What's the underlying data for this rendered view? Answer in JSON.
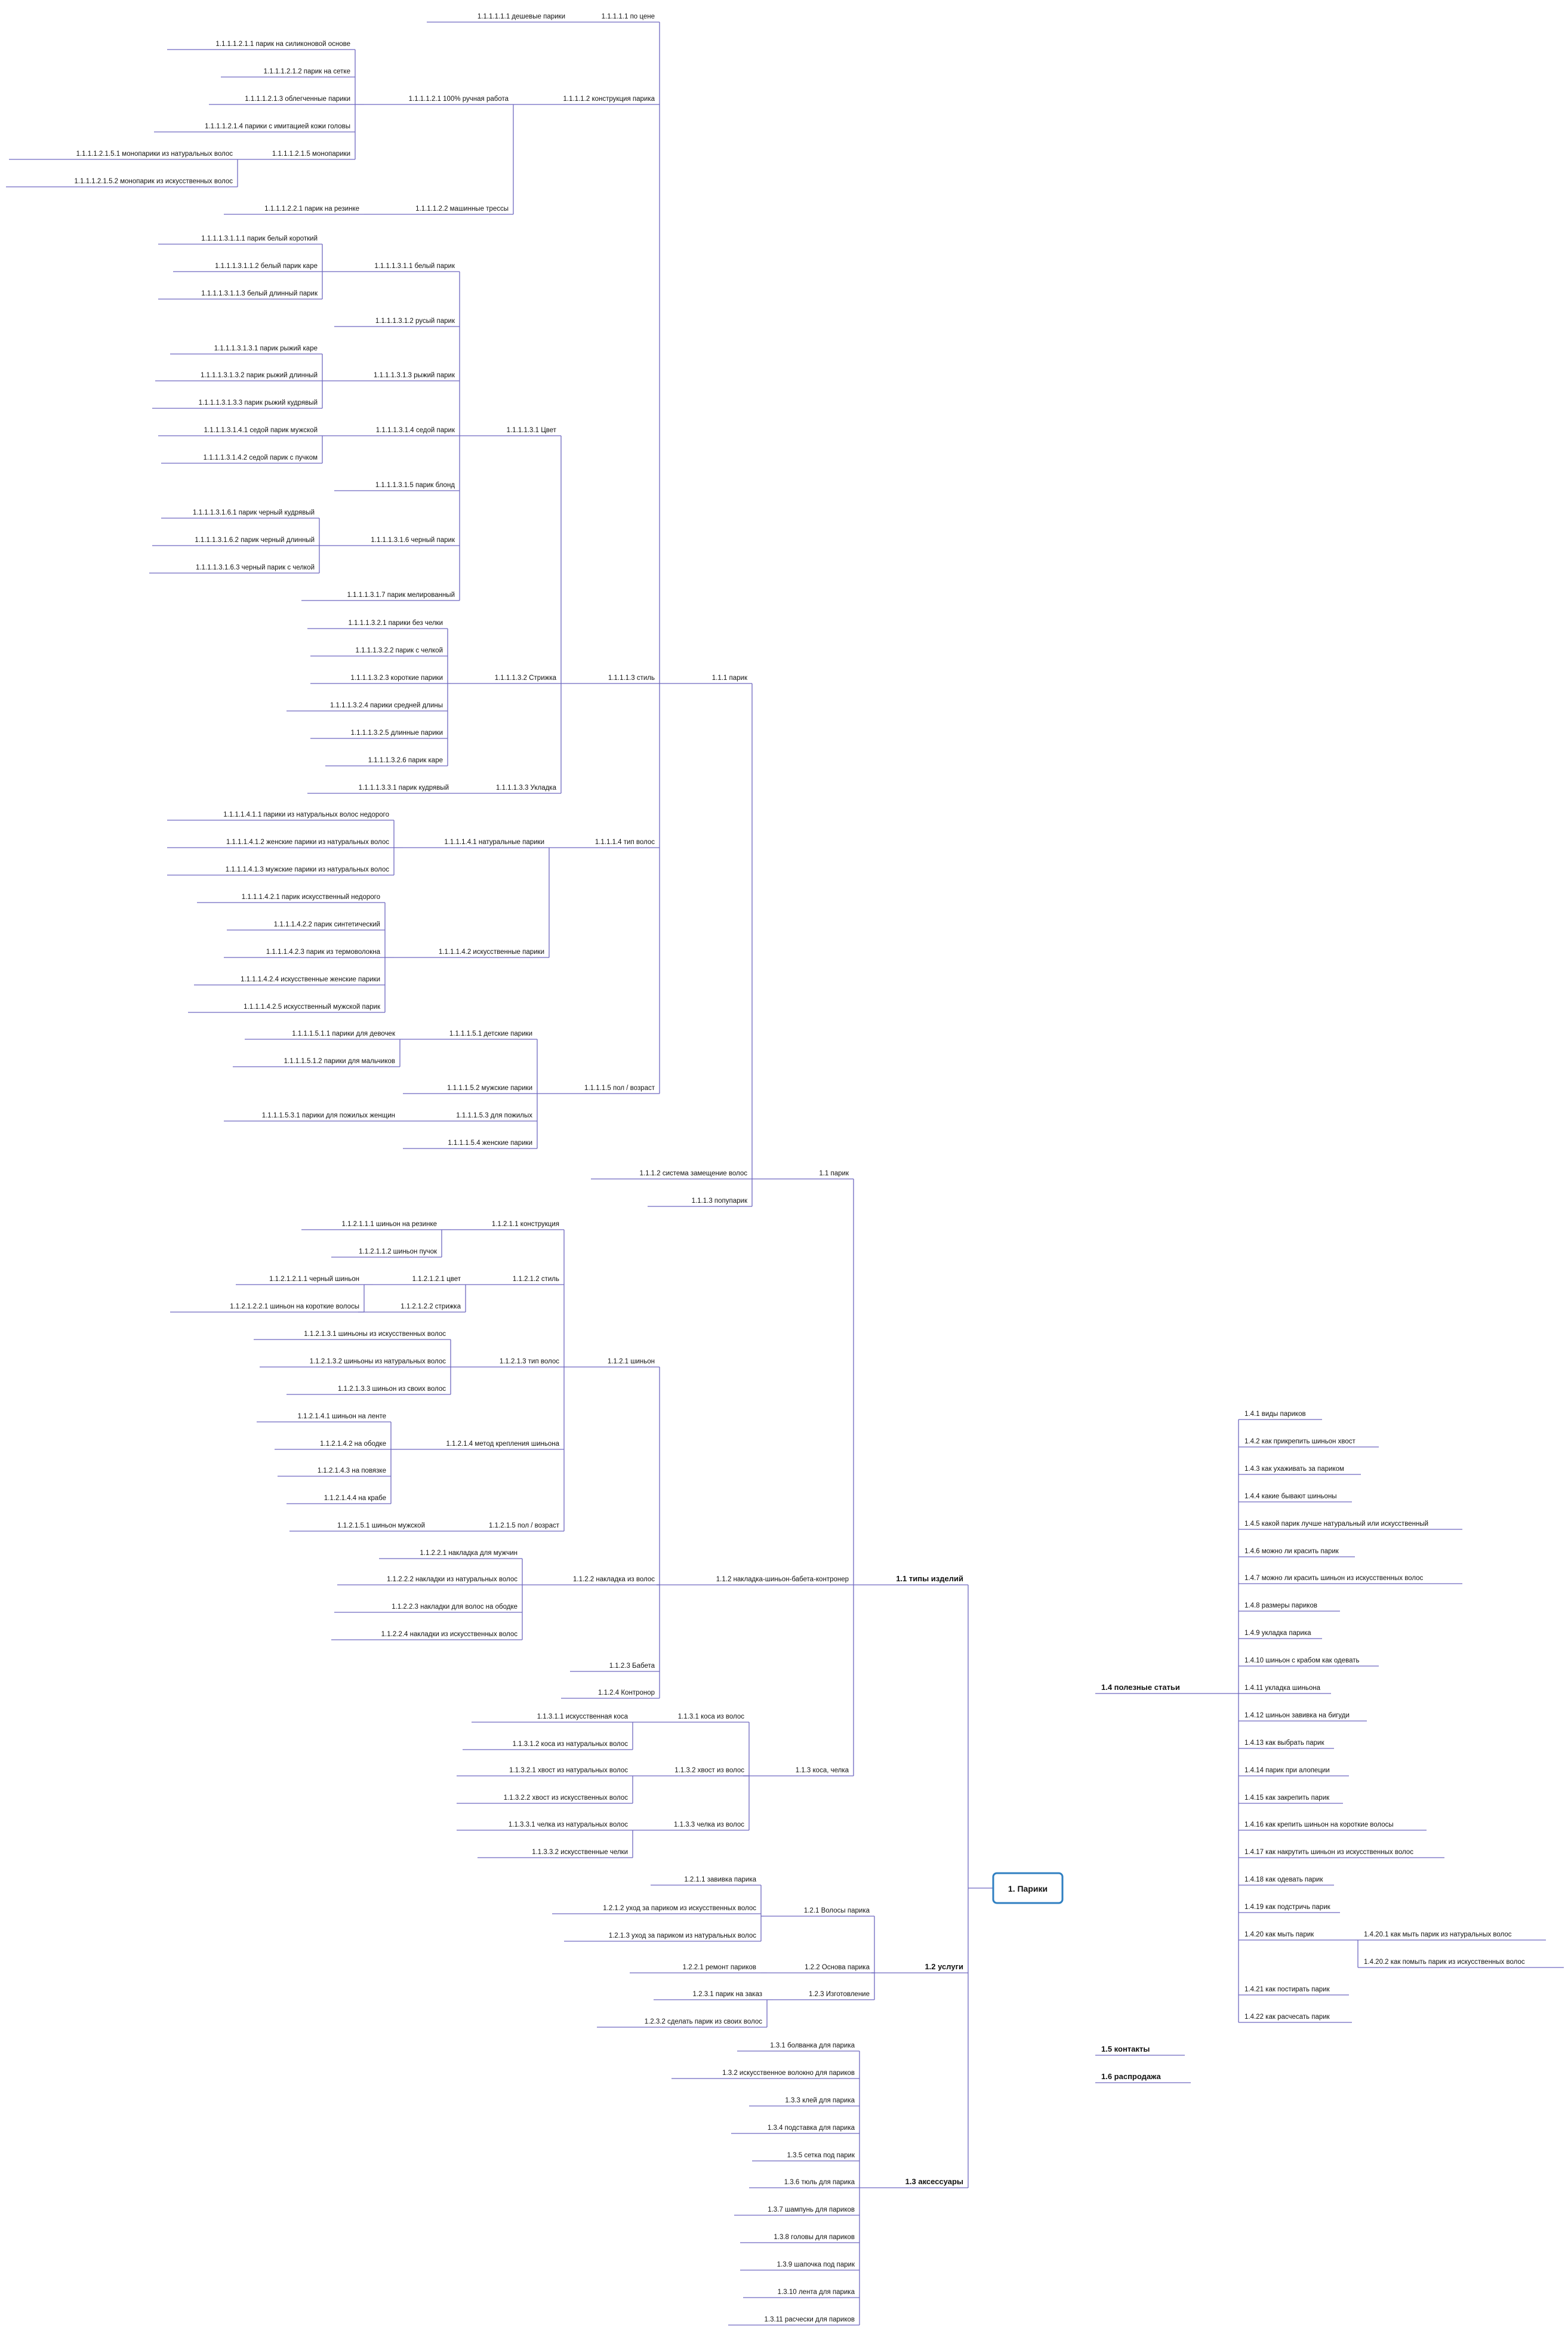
{
  "theme": {
    "line_color": "#6e68c0",
    "root_border": "#2f7fc1",
    "text_color": "#111111"
  },
  "root": {
    "id": "root",
    "label": "1. Парики"
  },
  "nodes": [
    {
      "id": "n1",
      "label": "1.1 типы изделий",
      "bold": true
    },
    {
      "id": "n2",
      "label": "1.2 услуги",
      "bold": true
    },
    {
      "id": "n3",
      "label": "1.3 аксессуары",
      "bold": true
    },
    {
      "id": "n4",
      "label": "1.4 полезные статьи",
      "bold": true
    },
    {
      "id": "n5",
      "label": "1.5 контакты",
      "bold": true
    },
    {
      "id": "n6",
      "label": "1.6 распродажа",
      "bold": true
    },
    {
      "id": "n11",
      "label": "1.1 парик"
    },
    {
      "id": "n12",
      "label": "1.1.2 накладка-шиньон-бабета-контронер"
    },
    {
      "id": "n13",
      "label": "1.1.3 коса, челка"
    },
    {
      "id": "n111",
      "label": "1.1.1 парик"
    },
    {
      "id": "n112",
      "label": "1.1.1.2 система замещение волос"
    },
    {
      "id": "n113",
      "label": "1.1.1.3 попупарик"
    },
    {
      "id": "p1",
      "label": "1.1.1.1.1 по цене"
    },
    {
      "id": "p2",
      "label": "1.1.1.1.2 конструкция парика"
    },
    {
      "id": "p3",
      "label": "1.1.1.1.3 стиль"
    },
    {
      "id": "p4",
      "label": "1.1.1.1.4 тип волос"
    },
    {
      "id": "p5",
      "label": "1.1.1.1.5 пол / возраст"
    },
    {
      "id": "p11",
      "label": "1.1.1.1.1.1 дешевые парики"
    },
    {
      "id": "p21",
      "label": "1.1.1.1.2.1 100% ручная работа"
    },
    {
      "id": "p22",
      "label": "1.1.1.1.2.2 машинные трессы"
    },
    {
      "id": "p211",
      "label": "1.1.1.1.2.1.1 парик на силиконовой основе"
    },
    {
      "id": "p212",
      "label": "1.1.1.1.2.1.2 парик на сетке"
    },
    {
      "id": "p213",
      "label": "1.1.1.1.2.1.3 облегченные парики"
    },
    {
      "id": "p214",
      "label": "1.1.1.1.2.1.4 парики с имитацией кожи головы"
    },
    {
      "id": "p215",
      "label": "1.1.1.1.2.1.5 монопарики"
    },
    {
      "id": "p2151",
      "label": "1.1.1.1.2.1.5.1 монопарики из натуральных волос"
    },
    {
      "id": "p2152",
      "label": "1.1.1.1.2.1.5.2 монопарик из искусственных волос"
    },
    {
      "id": "p221",
      "label": "1.1.1.1.2.2.1 парик на резинке"
    },
    {
      "id": "p31",
      "label": "1.1.1.1.3.1 Цвет"
    },
    {
      "id": "p32",
      "label": "1.1.1.1.3.2 Стрижка"
    },
    {
      "id": "p33",
      "label": "1.1.1.1.3.3 Укладка"
    },
    {
      "id": "p311",
      "label": "1.1.1.1.3.1.1 белый парик"
    },
    {
      "id": "p312",
      "label": "1.1.1.1.3.1.2 русый парик"
    },
    {
      "id": "p313",
      "label": "1.1.1.1.3.1.3 рыжий парик"
    },
    {
      "id": "p314",
      "label": "1.1.1.1.3.1.4 седой парик"
    },
    {
      "id": "p315",
      "label": "1.1.1.1.3.1.5 парик блонд"
    },
    {
      "id": "p316",
      "label": "1.1.1.1.3.1.6 черный парик"
    },
    {
      "id": "p317",
      "label": "1.1.1.1.3.1.7 парик мелированный"
    },
    {
      "id": "p3111",
      "label": "1.1.1.1.3.1.1.1 парик белый короткий"
    },
    {
      "id": "p3112",
      "label": "1.1.1.1.3.1.1.2 белый парик каре"
    },
    {
      "id": "p3113",
      "label": "1.1.1.1.3.1.1.3 белый длинный парик"
    },
    {
      "id": "p3131",
      "label": "1.1.1.1.3.1.3.1 парик рыжий каре"
    },
    {
      "id": "p3132",
      "label": "1.1.1.1.3.1.3.2 парик рыжий длинный"
    },
    {
      "id": "p3133",
      "label": "1.1.1.1.3.1.3.3 парик рыжий кудрявый"
    },
    {
      "id": "p3141",
      "label": "1.1.1.1.3.1.4.1 седой парик мужской"
    },
    {
      "id": "p3142",
      "label": "1.1.1.1.3.1.4.2 седой парик с пучком"
    },
    {
      "id": "p3161",
      "label": "1.1.1.1.3.1.6.1 парик черный кудрявый"
    },
    {
      "id": "p3162",
      "label": "1.1.1.1.3.1.6.2 парик черный длинный"
    },
    {
      "id": "p3163",
      "label": "1.1.1.1.3.1.6.3 черный парик с челкой"
    },
    {
      "id": "p321",
      "label": "1.1.1.1.3.2.1 парики без челки"
    },
    {
      "id": "p322",
      "label": "1.1.1.1.3.2.2 парик с челкой"
    },
    {
      "id": "p323",
      "label": "1.1.1.1.3.2.3 короткие парики"
    },
    {
      "id": "p324",
      "label": "1.1.1.1.3.2.4 парики средней длины"
    },
    {
      "id": "p325",
      "label": "1.1.1.1.3.2.5 длинные парики"
    },
    {
      "id": "p326",
      "label": "1.1.1.1.3.2.6 парик каре"
    },
    {
      "id": "p331",
      "label": "1.1.1.1.3.3.1 парик кудрявый"
    },
    {
      "id": "p41",
      "label": "1.1.1.1.4.1 натуральные парики"
    },
    {
      "id": "p42",
      "label": "1.1.1.1.4.2 искусственные парики"
    },
    {
      "id": "p411",
      "label": "1.1.1.1.4.1.1 парики из натуральных волос недорого"
    },
    {
      "id": "p412",
      "label": "1.1.1.1.4.1.2 женские парики из натуральных волос"
    },
    {
      "id": "p413",
      "label": "1.1.1.1.4.1.3 мужские парики из натуральных волос"
    },
    {
      "id": "p421",
      "label": "1.1.1.1.4.2.1 парик искусственный недорого"
    },
    {
      "id": "p422",
      "label": "1.1.1.1.4.2.2 парик синтетический"
    },
    {
      "id": "p423",
      "label": "1.1.1.1.4.2.3 парик из термоволокна"
    },
    {
      "id": "p424",
      "label": "1.1.1.1.4.2.4 искусственные женские парики"
    },
    {
      "id": "p425",
      "label": "1.1.1.1.4.2.5 искусственный мужской парик"
    },
    {
      "id": "p51",
      "label": "1.1.1.1.5.1 детские парики"
    },
    {
      "id": "p52",
      "label": "1.1.1.1.5.2 мужские парики"
    },
    {
      "id": "p53",
      "label": "1.1.1.1.5.3 для пожилых"
    },
    {
      "id": "p54",
      "label": "1.1.1.1.5.4 женские парики"
    },
    {
      "id": "p511",
      "label": "1.1.1.1.5.1.1 парики для девочек"
    },
    {
      "id": "p512",
      "label": "1.1.1.1.5.1.2 парики для мальчиков"
    },
    {
      "id": "p531",
      "label": "1.1.1.1.5.3.1 парики для пожилых женщин"
    },
    {
      "id": "s1",
      "label": "1.1.2.1 шиньон"
    },
    {
      "id": "s2",
      "label": "1.1.2.2 накладка из волос"
    },
    {
      "id": "s3",
      "label": "1.1.2.3 Бабета"
    },
    {
      "id": "s4",
      "label": "1.1.2.4 Контронор"
    },
    {
      "id": "s11",
      "label": "1.1.2.1.1 конструкция"
    },
    {
      "id": "s12",
      "label": "1.1.2.1.2 стиль"
    },
    {
      "id": "s13",
      "label": "1.1.2.1.3 тип волос"
    },
    {
      "id": "s14",
      "label": "1.1.2.1.4 метод крепления шиньона"
    },
    {
      "id": "s15",
      "label": "1.1.2.1.5 пол / возраст"
    },
    {
      "id": "s111",
      "label": "1.1.2.1.1.1 шиньон на резинке"
    },
    {
      "id": "s112",
      "label": "1.1.2.1.1.2 шиньон пучок"
    },
    {
      "id": "s121",
      "label": "1.1.2.1.2.1 цвет"
    },
    {
      "id": "s122",
      "label": "1.1.2.1.2.2 стрижка"
    },
    {
      "id": "s1211",
      "label": "1.1.2.1.2.1.1 черный шиньон"
    },
    {
      "id": "s1221",
      "label": "1.1.2.1.2.2.1 шиньон на короткие волосы"
    },
    {
      "id": "s131",
      "label": "1.1.2.1.3.1 шиньоны из искусственных волос"
    },
    {
      "id": "s132",
      "label": "1.1.2.1.3.2 шиньоны из натуральных волос"
    },
    {
      "id": "s133",
      "label": "1.1.2.1.3.3 шиньон из своих волос"
    },
    {
      "id": "s141",
      "label": "1.1.2.1.4.1 шиньон на ленте"
    },
    {
      "id": "s142",
      "label": "1.1.2.1.4.2 на ободке"
    },
    {
      "id": "s143",
      "label": "1.1.2.1.4.3 на повязке"
    },
    {
      "id": "s144",
      "label": "1.1.2.1.4.4 на крабе"
    },
    {
      "id": "s151",
      "label": "1.1.2.1.5.1 шиньон мужской"
    },
    {
      "id": "s21",
      "label": "1.1.2.2.1 накладка для мужчин"
    },
    {
      "id": "s22",
      "label": "1.1.2.2.2 накладки из натуральных волос"
    },
    {
      "id": "s23",
      "label": "1.1.2.2.3 накладки для волос на ободке"
    },
    {
      "id": "s24",
      "label": "1.1.2.2.4 накладки из искусственных волос"
    },
    {
      "id": "k1",
      "label": "1.1.3.1 коса из волос"
    },
    {
      "id": "k2",
      "label": "1.1.3.2 хвост из волос"
    },
    {
      "id": "k3",
      "label": "1.1.3.3 челка из волос"
    },
    {
      "id": "k11",
      "label": "1.1.3.1.1 искусственная коса"
    },
    {
      "id": "k12",
      "label": "1.1.3.1.2 коса из натуральных волос"
    },
    {
      "id": "k21",
      "label": "1.1.3.2.1 хвост из натуральных волос"
    },
    {
      "id": "k22",
      "label": "1.1.3.2.2 хвост из искусственных волос"
    },
    {
      "id": "k31",
      "label": "1.1.3.3.1 челка из натуральных волос"
    },
    {
      "id": "k32",
      "label": "1.1.3.3.2 искусственные челки"
    },
    {
      "id": "u1",
      "label": "1.2.1 Волосы парика"
    },
    {
      "id": "u2",
      "label": "1.2.2 Основа парика"
    },
    {
      "id": "u3",
      "label": "1.2.3 Изготовление"
    },
    {
      "id": "u11",
      "label": "1.2.1.1 завивка парика"
    },
    {
      "id": "u12",
      "label": "1.2.1.2 уход за париком из искусственных волос"
    },
    {
      "id": "u13",
      "label": "1.2.1.3 уход за париком из натуральных волос"
    },
    {
      "id": "u21",
      "label": "1.2.2.1 ремонт париков"
    },
    {
      "id": "u31",
      "label": "1.2.3.1 парик на заказ"
    },
    {
      "id": "u32",
      "label": "1.2.3.2 сделать парик из своих волос"
    },
    {
      "id": "a1",
      "label": "1.3.1 болванка для парика"
    },
    {
      "id": "a2",
      "label": "1.3.2 искусственное волокно для париков"
    },
    {
      "id": "a3",
      "label": "1.3.3 клей для парика"
    },
    {
      "id": "a4",
      "label": "1.3.4 подставка для парика"
    },
    {
      "id": "a5",
      "label": "1.3.5 сетка под парик"
    },
    {
      "id": "a6",
      "label": "1.3.6 тюль для парика"
    },
    {
      "id": "a7",
      "label": "1.3.7 шампунь для париков"
    },
    {
      "id": "a8",
      "label": "1.3.8 головы для париков"
    },
    {
      "id": "a9",
      "label": "1.3.9 шапочка под парик"
    },
    {
      "id": "a10",
      "label": "1.3.10 лента для парика"
    },
    {
      "id": "a11",
      "label": "1.3.11 расчески для париков"
    },
    {
      "id": "t1",
      "label": "1.4.1 виды париков"
    },
    {
      "id": "t2",
      "label": "1.4.2 как прикрепить шиньон хвост"
    },
    {
      "id": "t3",
      "label": "1.4.3 как ухаживать за париком"
    },
    {
      "id": "t4",
      "label": "1.4.4 какие бывают шиньоны"
    },
    {
      "id": "t5",
      "label": "1.4.5 какой парик лучше натуральный или искусственный"
    },
    {
      "id": "t6",
      "label": "1.4.6 можно ли красить парик"
    },
    {
      "id": "t7",
      "label": "1.4.7 можно ли красить шиньон из искусственных волос"
    },
    {
      "id": "t8",
      "label": "1.4.8 размеры париков"
    },
    {
      "id": "t9",
      "label": "1.4.9 укладка парика"
    },
    {
      "id": "t10",
      "label": "1.4.10 шиньон с крабом как одевать"
    },
    {
      "id": "t11",
      "label": "1.4.11 укладка шиньона"
    },
    {
      "id": "t12",
      "label": "1.4.12 шиньон завивка на бигуди"
    },
    {
      "id": "t13",
      "label": "1.4.13 как выбрать парик"
    },
    {
      "id": "t14",
      "label": "1.4.14 парик при алопеции"
    },
    {
      "id": "t15",
      "label": "1.4.15 как закрепить парик"
    },
    {
      "id": "t16",
      "label": "1.4.16 как крепить шиньон на короткие волосы"
    },
    {
      "id": "t17",
      "label": "1.4.17 как накрутить шиньон из искусственных волос"
    },
    {
      "id": "t18",
      "label": "1.4.18 как одевать парик"
    },
    {
      "id": "t19",
      "label": "1.4.19 как подстричь парик"
    },
    {
      "id": "t20",
      "label": "1.4.20 как мыть парик"
    },
    {
      "id": "t201",
      "label": "1.4.20.1 как мыть парик из натуральных волос"
    },
    {
      "id": "t202",
      "label": "1.4.20.2 как помыть парик из искусственных волос"
    },
    {
      "id": "t21",
      "label": "1.4.21 как постирать парик"
    },
    {
      "id": "t22",
      "label": "1.4.22 как расчесать парик"
    }
  ]
}
